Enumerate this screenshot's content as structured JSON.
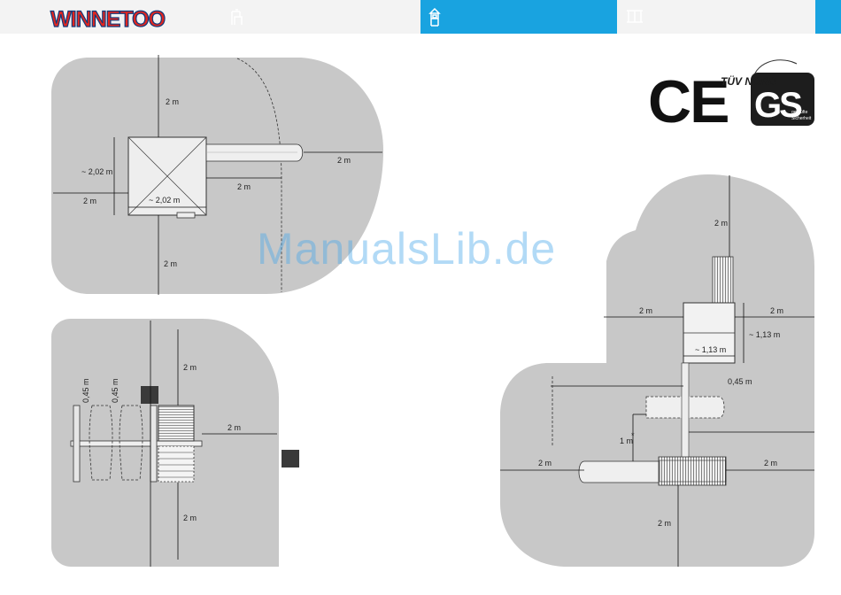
{
  "brand": {
    "logo_text": "WINNETOO"
  },
  "nav": {
    "items": [
      {
        "icon": "equipment-icon"
      },
      {
        "icon": "tower-icon",
        "active": true
      },
      {
        "icon": "sandpit-icon"
      }
    ]
  },
  "colors": {
    "nav_active": "#19a3e0",
    "area_fill": "#c8c8c8",
    "watermark": "#4aa8ea"
  },
  "certification": {
    "ce_mark": "CE",
    "tuv_label": "TÜV NORD",
    "gs_label": "GS",
    "gs_caption_1": "geprüfte",
    "gs_caption_2": "Sicherheit"
  },
  "watermark": "ManualsLib.de",
  "plan_top_left": {
    "dim_top": "2 m",
    "dim_right": "2 m",
    "dim_slide": "2 m",
    "dim_left": "2 m",
    "dim_bottom": "2 m",
    "tower_width": "~ 2,02 m",
    "tower_depth": "~ 2,02 m"
  },
  "plan_bottom_left": {
    "dim_top": "2 m",
    "dim_right": "2 m",
    "dim_bottom": "2 m",
    "bridge_gap_1": "0,45 m",
    "bridge_gap_2": "0,45 m"
  },
  "plan_right": {
    "dim_top": "2 m",
    "dim_left": "2 m",
    "dim_right": "2 m",
    "tower_width": "~ 1,13 m",
    "tower_depth": "~ 1,13 m",
    "pipe_gap": "0,45 m",
    "height": "1 m",
    "height_note": "*",
    "dim_lower_left": "2 m",
    "dim_lower_right": "2 m",
    "dim_bottom": "2 m"
  }
}
